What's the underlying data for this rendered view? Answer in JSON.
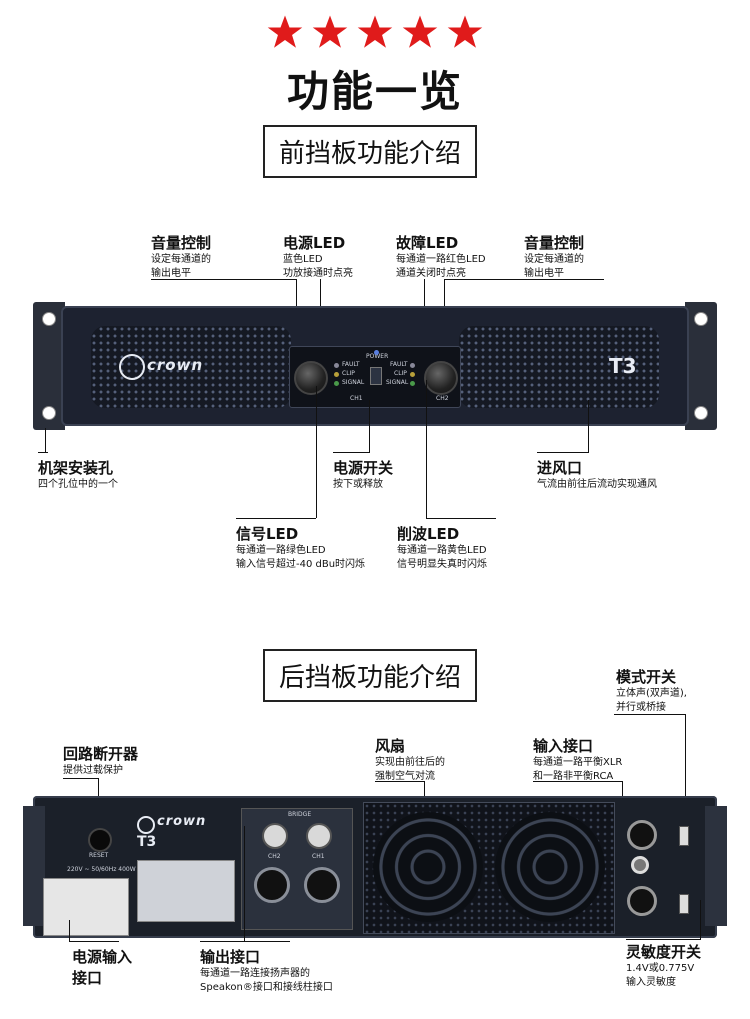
{
  "header": {
    "stars": [
      "star-icon",
      "star-icon",
      "star-icon",
      "star-icon",
      "star-icon"
    ],
    "star_color": "#e01b1b",
    "title": "功能一览"
  },
  "front": {
    "section_title": "前挡板功能介绍",
    "panel": {
      "brand": "crown",
      "model": "T3",
      "fault": "FAULT",
      "clip": "CLIP",
      "signal": "SIGNAL",
      "power": "POWER",
      "ch1": "CH1",
      "ch2": "CH2"
    },
    "callouts": {
      "volume_left": {
        "title": "音量控制",
        "desc1": "设定每通道的",
        "desc2": "输出电平"
      },
      "power_led": {
        "title": "电源LED",
        "desc1": "蓝色LED",
        "desc2": "功放接通时点亮"
      },
      "fault_led": {
        "title": "故障LED",
        "desc1": "每通道一路红色LED",
        "desc2": "通道关闭时点亮"
      },
      "volume_right": {
        "title": "音量控制",
        "desc1": "设定每通道的",
        "desc2": "输出电平"
      },
      "rack_holes": {
        "title": "机架安装孔",
        "desc1": "四个孔位中的一个"
      },
      "power_switch": {
        "title": "电源开关",
        "desc1": "按下或释放"
      },
      "air_intake": {
        "title": "进风口",
        "desc1": "气流由前往后流动实现通风"
      },
      "signal_led": {
        "title": "信号LED",
        "desc1": "每通道一路绿色LED",
        "desc2": "输入信号超过-40 dBu时闪烁"
      },
      "clip_led": {
        "title": "削波LED",
        "desc1": "每通道一路黄色LED",
        "desc2": "信号明显失真时闪烁"
      }
    }
  },
  "rear": {
    "section_title": "后挡板功能介绍",
    "panel": {
      "brand": "crown",
      "model": "T3",
      "reset": "RESET",
      "voltage": "220V ~ 50/60Hz 400W",
      "bridge": "BRIDGE",
      "ch2": "CH2",
      "ch1": "CH1"
    },
    "callouts": {
      "mode_switch": {
        "title": "模式开关",
        "desc1": "立体声(双声道),",
        "desc2": "并行或桥接"
      },
      "breaker": {
        "title": "回路断开器",
        "desc1": "提供过载保护"
      },
      "fan": {
        "title": "风扇",
        "desc1": "实现由前往后的",
        "desc2": "强制空气对流"
      },
      "input": {
        "title": "输入接口",
        "desc1": "每通道一路平衡XLR",
        "desc2": "和一路非平衡RCA"
      },
      "power_input": {
        "title1": "电源输入",
        "title2": "接口"
      },
      "output": {
        "title": "输出接口",
        "desc1": "每通道一路连接扬声器的",
        "desc2": "Speakon®接口和接线柱接口"
      },
      "sensitivity": {
        "title": "灵敏度开关",
        "desc1": "1.4V或0.775V",
        "desc2": "输入灵敏度"
      }
    }
  }
}
